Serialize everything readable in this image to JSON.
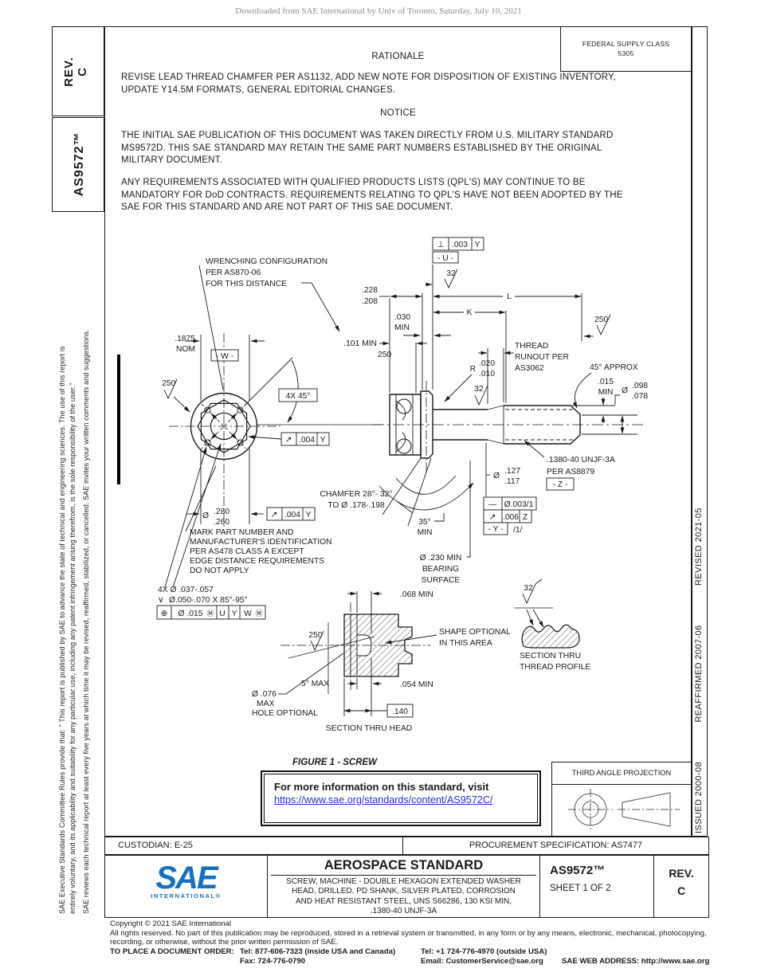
{
  "page": {
    "watermark": "Downloaded from SAE International by Univ of Toronto, Saturday, July 10, 2021",
    "rev_label": "REV.",
    "rev_value": "C",
    "doc_code": "AS9572™",
    "fsc_line1": "FEDERAL SUPPLY CLASS",
    "fsc_line2": "5305",
    "left_legal_1": "SAE Executive Standards Committee Rules provide that: \" This report is published by SAE to advance the state of technical and engineering sciences. The use of this report is",
    "left_legal_2": "entirely voluntary, and its applicability and suitability for any particular use, including any patent infringement arising therefrom, is the sole responsibility of the user.\"",
    "left_legal_3": "SAE reviews each technical report at least every five years at which time it may be revised, reaffirmed, stabilized, or cancelled. SAE invites your written comments and suggestions.",
    "history": [
      "ISSUED 2000-08",
      "REAFFIRMED 2007-06",
      "REVISED 2021-05"
    ]
  },
  "sections": {
    "rationale_title": "RATIONALE",
    "rationale_lines": [
      "REVISE LEAD THREAD CHAMFER PER AS1132, ADD NEW NOTE FOR DISPOSITION OF EXISTING INVENTORY,",
      "UPDATE Y14.5M FORMATS, GENERAL EDITORIAL CHANGES."
    ],
    "notice_title": "NOTICE",
    "notice_lines": [
      "THE INITIAL SAE PUBLICATION OF THIS DOCUMENT WAS TAKEN DIRECTLY FROM U.S. MILITARY STANDARD",
      "MS9572D. THIS SAE STANDARD MAY RETAIN THE SAME PART NUMBERS ESTABLISHED BY THE ORIGINAL",
      "MILITARY DOCUMENT."
    ],
    "qpl_lines": [
      "ANY REQUIREMENTS ASSOCIATED WITH QUALIFIED PRODUCTS LISTS (QPL'S) MAY CONTINUE TO BE",
      "MANDATORY FOR DoD CONTRACTS. REQUIREMENTS RELATING TO QPL'S HAVE NOT BEEN ADOPTED BY THE",
      "SAE FOR THIS STANDARD AND ARE NOT PART OF THIS SAE DOCUMENT."
    ]
  },
  "drawing": {
    "wrench_note": [
      "WRENCHING CONFIGURATION",
      "PER AS870-06",
      "FOR THIS DISTANCE"
    ],
    "dim_1875": [
      ".1875",
      "NOM"
    ],
    "datum_w": "- W -",
    "finish_250": "250",
    "finish_32": "32",
    "angle_4x45": "4X 45°",
    "runout_004": {
      "sym": "↗",
      "val": ".004",
      "datum": "Y"
    },
    "dia_sym": "Ø",
    "dim_280": [
      ".280",
      ".260"
    ],
    "mark_note": [
      "MARK PART NUMBER AND",
      "MANUFACTURER'S IDENTIFICATION",
      "PER AS478 CLASS A EXCEPT",
      "EDGE DISTANCE REQUIREMENTS",
      "DO NOT APPLY"
    ],
    "holes_1": "4X Ø .037-.057",
    "csk_sym": "∨",
    "holes_2": "Ø.050-.070 X 85°-95°",
    "pos_frame": {
      "sym": "⊕",
      "val": "Ø .015",
      "m": "Ⓜ",
      "d1": "U",
      "d2": "Y",
      "d3": "W"
    },
    "perp_frame": {
      "sym": "⊥",
      "val": ".003",
      "datum": "Y"
    },
    "datum_u": "- U -",
    "dim_228": [
      ".228",
      ".208"
    ],
    "dim_L": "L",
    "dim_K": "K",
    "dim_030": [
      ".030",
      "MIN"
    ],
    "dim_101": ".101 MIN",
    "runout_note": [
      "THREAD",
      "RUNOUT PER",
      "AS3062"
    ],
    "angle_45": "45° APPROX",
    "dim_015": [
      ".015",
      "MIN"
    ],
    "dim_098": [
      ".098",
      ".078"
    ],
    "r_label": "R",
    "dim_020": [
      ".020",
      ".010"
    ],
    "thread_spec": [
      ".1380-40 UNJF-3A",
      "PER AS8879"
    ],
    "datum_z": "- Z -",
    "dim_127": [
      ".127",
      ".117"
    ],
    "straight_frame": {
      "sym": "—",
      "val": "Ø.003/1"
    },
    "runout_006": {
      "sym": "↗",
      "val": ".006",
      "datum": "Z"
    },
    "datum_y": "- Y -",
    "slash1": "/1/",
    "chamfer_note": [
      "CHAMFER 28°- 32°",
      "TO Ø .178-.198"
    ],
    "angle_35": [
      "35°",
      "MIN"
    ],
    "bearing_note": [
      "Ø .230 MIN",
      "BEARING",
      "SURFACE"
    ],
    "dim_068": ".068 MIN",
    "dim_054": ".054 MIN",
    "dim_140": ".140",
    "angle_5": "5° MAX",
    "hole_opt": [
      "Ø .076",
      "MAX",
      "HOLE OPTIONAL"
    ],
    "shape_opt": [
      "SHAPE OPTIONAL",
      "IN THIS AREA"
    ],
    "section_head": "SECTION THRU HEAD",
    "section_thread": [
      "SECTION THRU",
      "THREAD PROFILE"
    ]
  },
  "figure_caption": "FIGURE 1 - SCREW",
  "info_box": {
    "line1": "For more information on this standard, visit",
    "link": "https://www.sae.org/standards/content/AS9572C/"
  },
  "projection": {
    "label": "THIRD ANGLE PROJECTION"
  },
  "title_block": {
    "custodian": "CUSTODIAN: E-25",
    "procurement": "PROCUREMENT SPECIFICATION: AS7477",
    "logo_word": "SAE",
    "logo_sub": "INTERNATIONAL®",
    "title": "AEROSPACE STANDARD",
    "subtitle_lines": [
      "SCREW, MACHINE - DOUBLE HEXAGON EXTENDED WASHER",
      "HEAD, DRILLED, PD SHANK, SILVER PLATED, CORROSION",
      "AND HEAT RESISTANT STEEL, UNS S66286, 130 KSI MIN,",
      ".1380-40 UNJF-3A"
    ],
    "doc_number": "AS9572™",
    "sheet": "SHEET 1 OF 2",
    "rev_label": "REV.",
    "rev_value": "C"
  },
  "footer": {
    "copyright": "Copyright © 2021 SAE International",
    "rights_1": "All rights reserved. No part of this publication may be reproduced, stored in a retrieval system or transmitted, in any form or by any means, electronic, mechanical, photocopying,",
    "rights_2": "recording, or otherwise, without the prior written permission of SAE.",
    "order_label": "TO PLACE A DOCUMENT ORDER:",
    "tel_inside": "Tel: 877-606-7323 (inside USA and Canada)",
    "tel_outside": "Tel: +1 724-776-4970 (outside USA)",
    "fax": "Fax: 724-776-0790",
    "email": "Email: CustomerService@sae.org",
    "web": "SAE WEB ADDRESS: http://www.sae.org"
  },
  "colors": {
    "sae_blue": "#1571c0",
    "link_blue": "#2b2bd0"
  }
}
